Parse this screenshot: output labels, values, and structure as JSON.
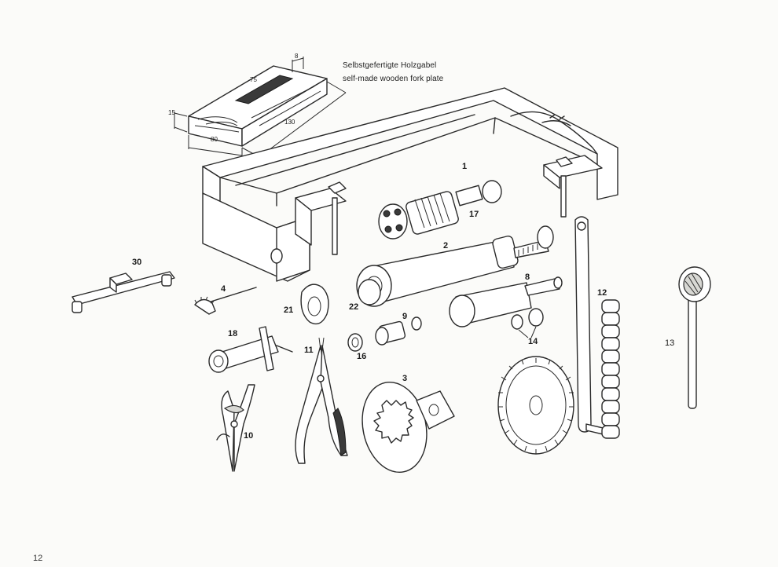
{
  "captions": {
    "german": "Selbstgefertigte Holzgabel",
    "english": "self-made wooden fork plate"
  },
  "dimensions": {
    "d8": "8",
    "d75": "75",
    "d130": "130",
    "d80": "80",
    "d15": "15"
  },
  "callouts": {
    "c1": "1",
    "c2": "2",
    "c3": "3",
    "c4": "4",
    "c8": "8",
    "c9": "9",
    "c10": "10",
    "c11": "11",
    "c12": "12",
    "c13": "13",
    "c14": "14",
    "c16": "16",
    "c17": "17",
    "c18": "18",
    "c21": "21",
    "c22": "22",
    "c30": "30"
  },
  "page_number": "12"
}
